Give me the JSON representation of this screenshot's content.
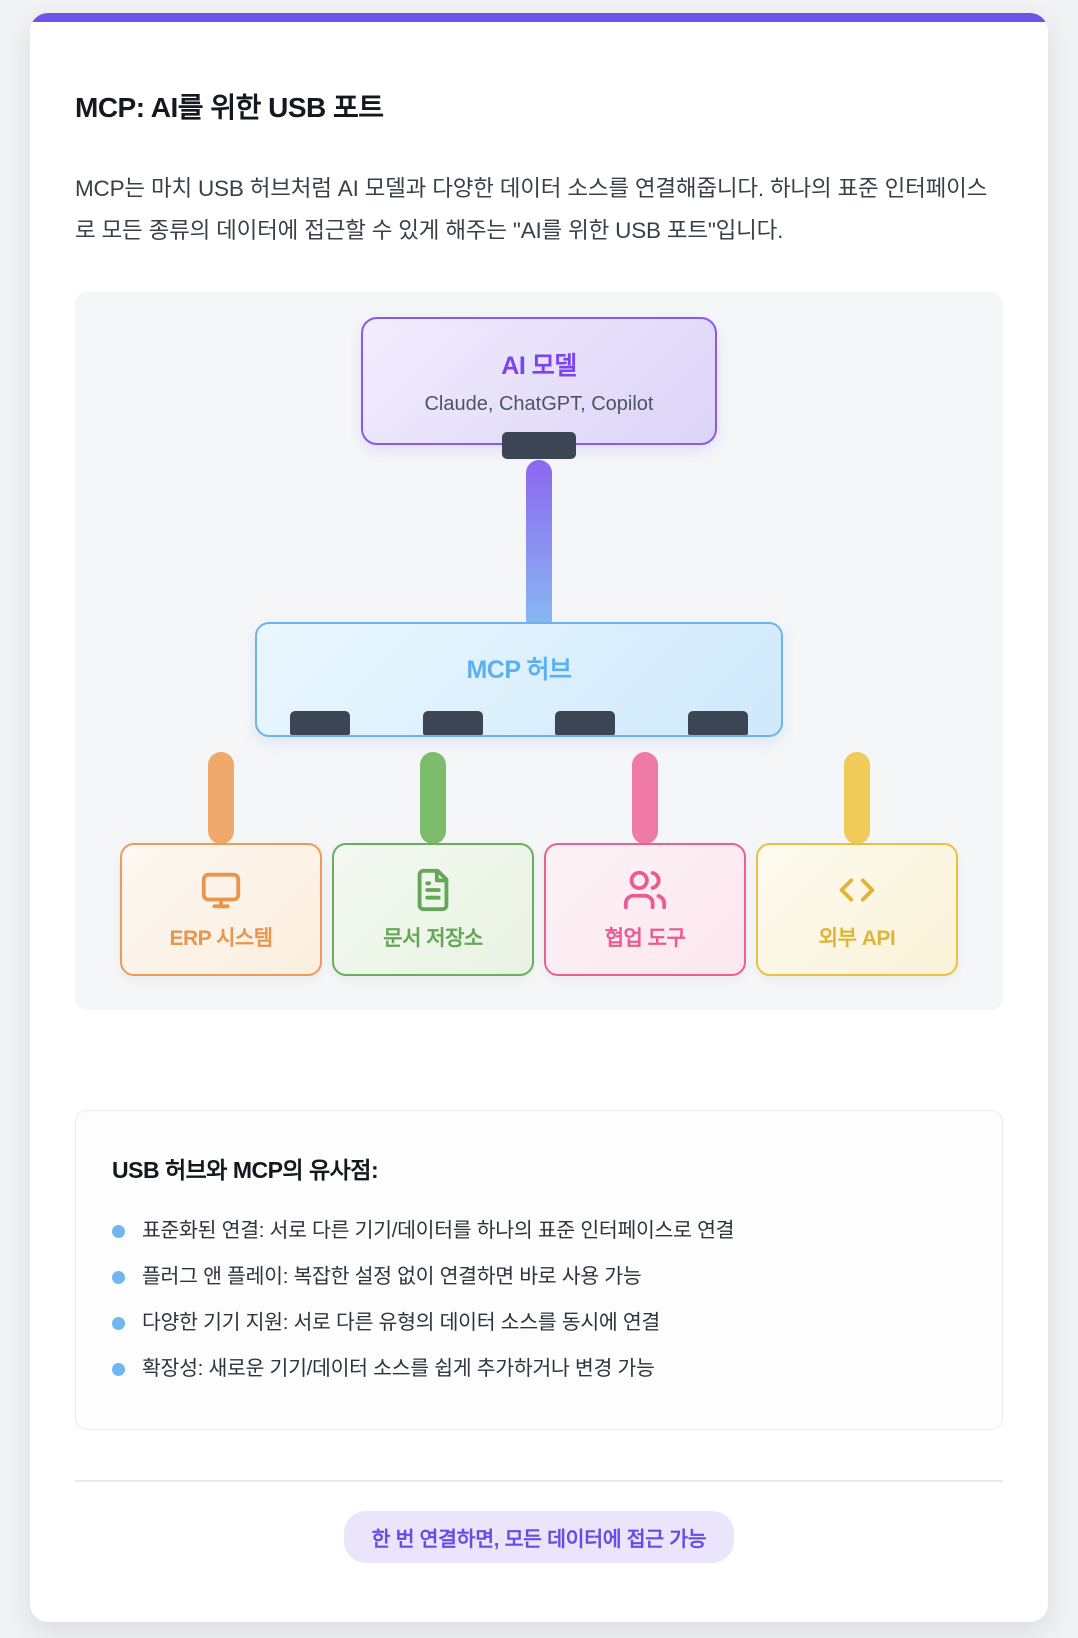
{
  "header": {
    "title": "MCP: AI를 위한 USB 포트",
    "description": "MCP는 마치 USB 허브처럼 AI 모델과 다양한 데이터 소스를 연결해줍니다. 하나의 표준 인터페이스로 모든 종류의 데이터에 접근할 수 있게 해주는 \"AI를 위한 USB 포트\"입니다.",
    "accent_color": "#7152e6"
  },
  "diagram": {
    "ai_model": {
      "title": "AI 모델",
      "subtitle": "Claude, ChatGPT, Copilot",
      "title_color": "#7a45f0",
      "border_color": "#875af2"
    },
    "connector_color": "#3b4554",
    "cable_gradient": [
      "#8d66f0",
      "#86bdf2"
    ],
    "hub": {
      "title": "MCP 허브",
      "title_color": "#5bb1f0",
      "border_color": "#6fb3e8",
      "port_count": 4
    },
    "sources": [
      {
        "label": "ERP 시스템",
        "icon": "monitor-icon",
        "color": "#e8954d",
        "border_color": "#ec9c59",
        "cable_color": "#efa96b"
      },
      {
        "label": "문서 저장소",
        "icon": "document-icon",
        "color": "#66a757",
        "border_color": "#6bad5c",
        "cable_color": "#7dbb6d"
      },
      {
        "label": "협업 도구",
        "icon": "users-icon",
        "color": "#ea5c91",
        "border_color": "#ec5f93",
        "cable_color": "#ef7ba4"
      },
      {
        "label": "외부 API",
        "icon": "code-icon",
        "color": "#dfb437",
        "border_color": "#e9c043",
        "cable_color": "#f0cb57"
      }
    ]
  },
  "similarities": {
    "heading": "USB 허브와 MCP의 유사점:",
    "bullet_color": "#70b7f0",
    "items": [
      "표준화된 연결: 서로 다른 기기/데이터를 하나의 표준 인터페이스로 연결",
      "플러그 앤 플레이: 복잡한 설정 없이 연결하면 바로 사용 가능",
      "다양한 기기 지원: 서로 다른 유형의 데이터 소스를 동시에 연결",
      "확장성: 새로운 기기/데이터 소스를 쉽게 추가하거나 변경 가능"
    ]
  },
  "footer": {
    "badge_text": "한 번 연결하면, 모든 데이터에 접근 가능",
    "badge_bg": "#ebe5fc",
    "badge_color": "#6a4ce4"
  }
}
